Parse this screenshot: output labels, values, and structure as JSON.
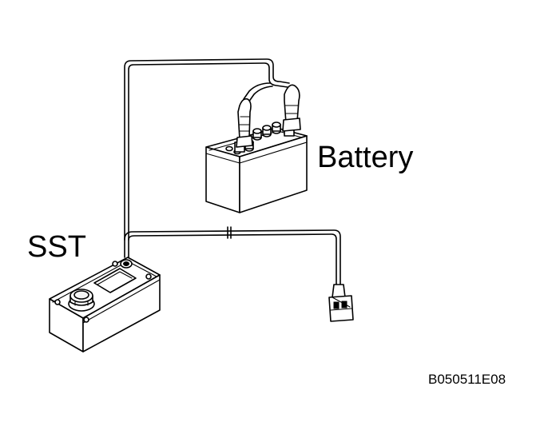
{
  "labels": {
    "battery": "Battery",
    "sst": "SST",
    "figure_code": "B050511E08"
  },
  "colors": {
    "line": "#000000",
    "background": "#ffffff"
  }
}
